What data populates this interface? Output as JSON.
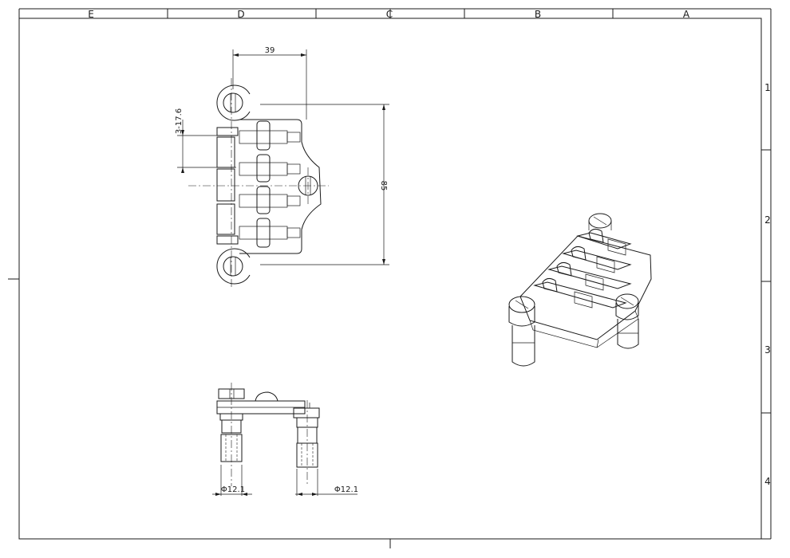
{
  "zones": {
    "columns": [
      "E",
      "D",
      "C",
      "B",
      "A"
    ],
    "rows": [
      "1",
      "2",
      "3",
      "4"
    ]
  },
  "dimensions": {
    "width_top": "39",
    "spacing": "3-17.6",
    "height": "85",
    "dia_left": "Φ12.1",
    "dia_right": "Φ12.1"
  }
}
